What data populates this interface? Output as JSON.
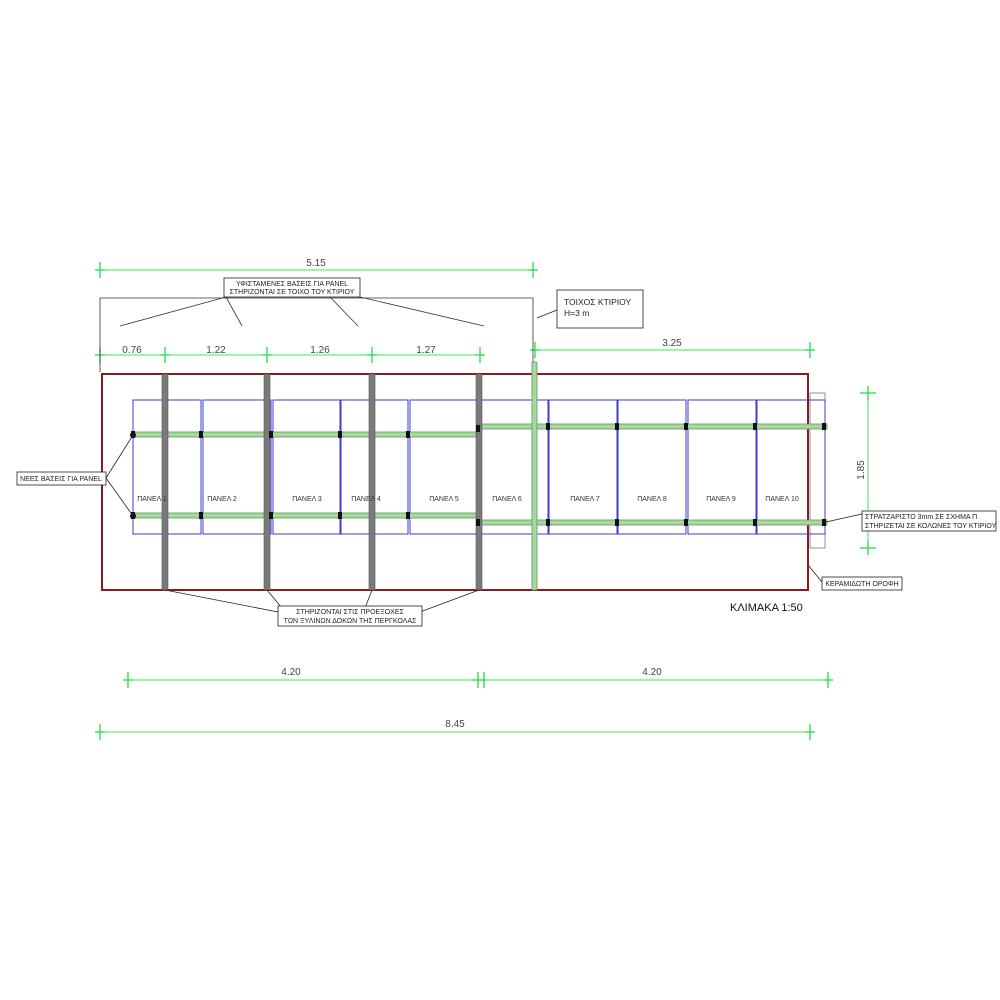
{
  "dimensions": {
    "top_total": "5.15",
    "seg_1": "0.76",
    "seg_2": "1.22",
    "seg_3": "1.26",
    "seg_4": "1.27",
    "right_top": "3.25",
    "height": "1.85",
    "bottom_left": "4.20",
    "bottom_right": "4.20",
    "bottom_total": "8.45"
  },
  "labels": {
    "existing_bases_line1": "ΥΦΙΣΤΑΜΕΝΕΣ ΒΑΣΕΙΣ ΓΙΑ PANEL",
    "existing_bases_line2": "ΣΤΗΡΙΖΟΝΤΑΙ ΣΕ ΤΟΙΧΟ ΤΟΥ ΚΤΙΡΙΟΥ",
    "wall_line1": "ΤΟΙΧΟΣ ΚΤΙΡΙΟΥ",
    "wall_line2": "Η=3 m",
    "new_bases": "ΝΕΕΣ ΒΑΣΕΙΣ ΓΙΑ PANEL",
    "beams_line1": "ΣΤΗΡΙΖΟΝΤΑΙ ΣΤΙΣ ΠΡΟΕΞΟΧΕΣ",
    "beams_line2": "ΤΩΝ ΞΥΛΙΝΩΝ ΔΟΚΩΝ ΤΗΣ ΠΕΡΓΚΟΛΑΣ",
    "strut_line1": "ΣΤΡΑΤΖΑΡΙΣΤΟ 3mm ΣΕ ΣΧΗΜΑ Π",
    "strut_line2": "ΣΤΗΡΙΖΕΤΑΙ ΣΕ ΚΟΛΩΝΕΣ ΤΟΥ ΚΤΙΡΙΟΥ",
    "roof": "ΚΕΡΑΜΙΔΩΤΗ ΟΡΟΦΗ",
    "scale": "ΚΛΙΜΑΚΑ 1:50"
  },
  "panels": [
    "ΠΑΝΕΛ 1",
    "ΠΑΝΕΛ 2",
    "ΠΑΝΕΛ 3",
    "ΠΑΝΕΛ 4",
    "ΠΑΝΕΛ 5",
    "ΠΑΝΕΛ 6",
    "ΠΑΝΕΛ 7",
    "ΠΑΝΕΛ 8",
    "ΠΑΝΕΛ 9",
    "ΠΑΝΕΛ 10"
  ],
  "colors": {
    "outline": "#8b1a1a",
    "panel": "#3b3bd6",
    "rail": "#6cb36c",
    "beam": "#7a7a7a",
    "dim_line": "#33ee55",
    "leader": "#222222"
  }
}
